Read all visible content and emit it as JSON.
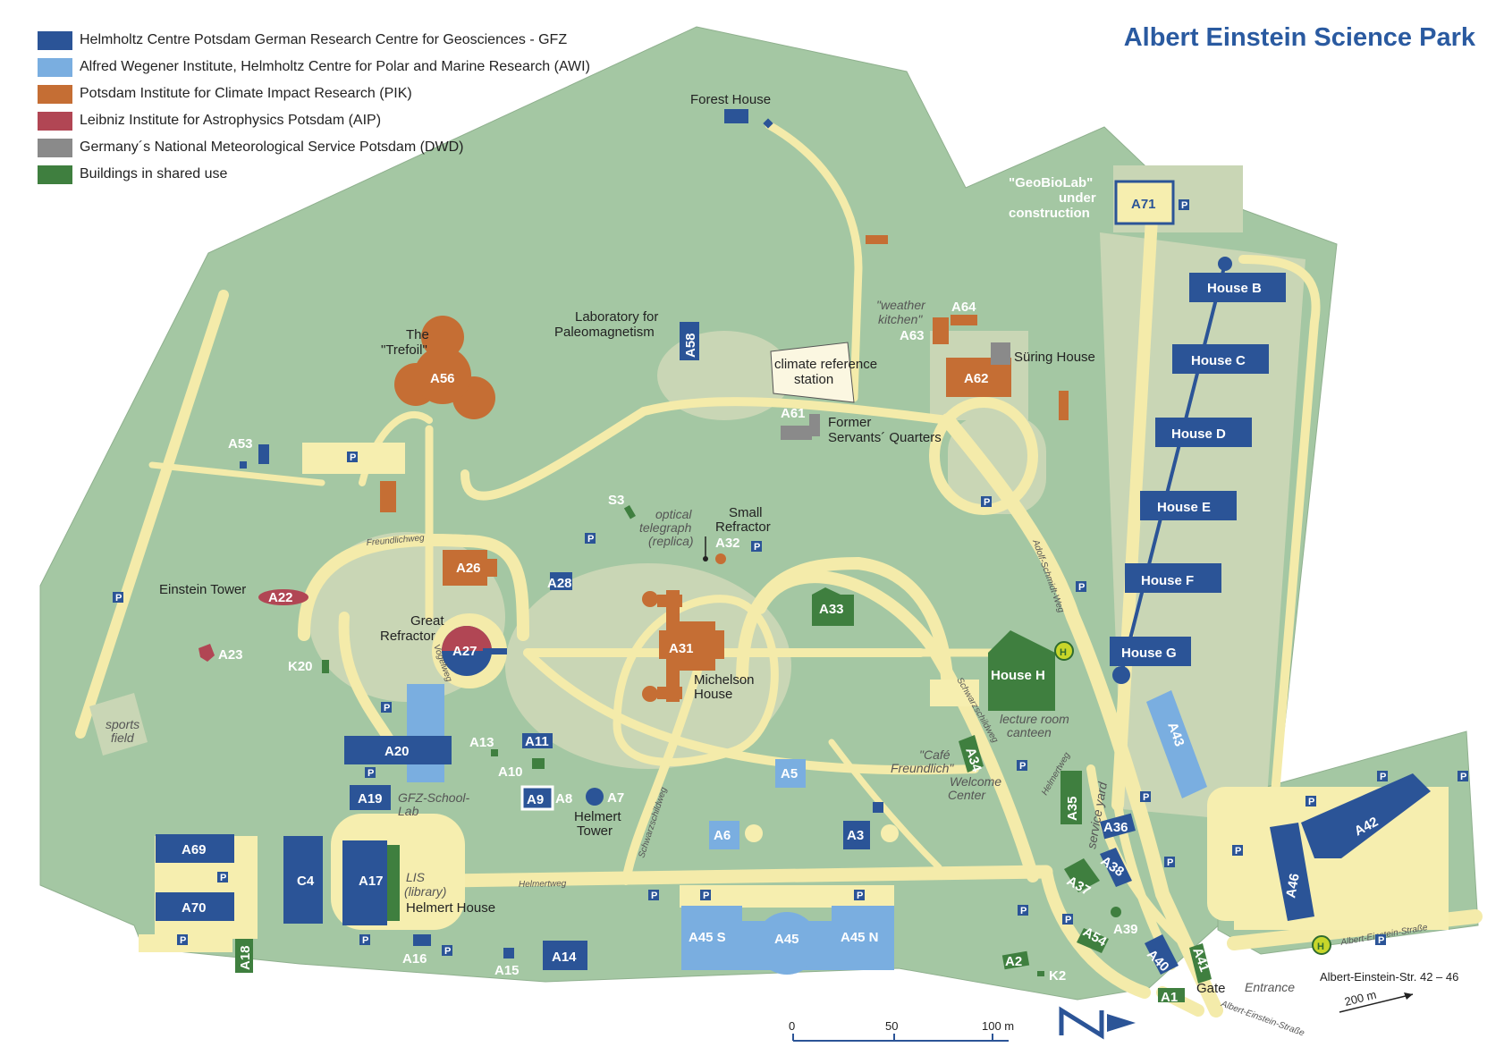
{
  "title": "Albert Einstein Science Park",
  "colors": {
    "gfz": "#2b5497",
    "awi": "#7aaee0",
    "pik": "#c56e34",
    "aip": "#b14654",
    "dwd": "#8a8a8a",
    "shared": "#3f7f3f",
    "grass": "#a4c7a3",
    "path": "#f6eeaf",
    "lawn": "#c9d6b5"
  },
  "legend": [
    {
      "key": "gfz",
      "label": "Helmholtz Centre Potsdam German Research Centre for Geosciences - GFZ"
    },
    {
      "key": "awi",
      "label": "Alfred Wegener Institute, Helmholtz Centre for Polar and Marine Research (AWI)"
    },
    {
      "key": "pik",
      "label": "Potsdam Institute for Climate Impact Research (PIK)"
    },
    {
      "key": "aip",
      "label": "Leibniz Institute for Astrophysics Potsdam (AIP)"
    },
    {
      "key": "dwd",
      "label": "Germany´s National Meteorological Service Potsdam (DWD)"
    },
    {
      "key": "shared",
      "label": "Buildings in shared use"
    }
  ],
  "buildings": {
    "a56": "A56",
    "a53": "A53",
    "a26": "A26",
    "a22": "A22",
    "a23": "A23",
    "a27": "A27",
    "k20": "K20",
    "a28": "A28",
    "a32": "A32",
    "a31": "A31",
    "a33": "A33",
    "a58": "A58",
    "a61": "A61",
    "a62": "A62",
    "a63": "A63",
    "a64": "A64",
    "a71": "A71",
    "house_b": "House B",
    "house_c": "House C",
    "house_d": "House D",
    "house_e": "House E",
    "house_f": "House F",
    "house_g": "House G",
    "house_h": "House H",
    "a43": "A43",
    "a42": "A42",
    "a46": "A46",
    "a20": "A20",
    "a13": "A13",
    "a11": "A11",
    "a10": "A10",
    "a19": "A19",
    "a9": "A9",
    "a8": "A8",
    "a7": "A7",
    "a5": "A5",
    "a6": "A6",
    "a3": "A3",
    "a34": "A34",
    "a35": "A35",
    "a36": "A36",
    "a37": "A37",
    "a38": "A38",
    "a39": "A39",
    "a54": "A54",
    "a40": "A40",
    "a41": "A41",
    "a69": "A69",
    "a70": "A70",
    "c4": "C4",
    "a17": "A17",
    "a18": "A18",
    "a16": "A16",
    "a15": "A15",
    "a14": "A14",
    "a45s": "A45 S",
    "a45": "A45",
    "a45n": "A45 N",
    "a2": "A2",
    "k2": "K2",
    "a1": "A1",
    "s3": "S3"
  },
  "labels": {
    "trefoil_1": "The",
    "trefoil_2": "\"Trefoil\"",
    "forest_house": "Forest House",
    "lab_paleo_1": "Laboratory for",
    "lab_paleo_2": "Paleomagnetism",
    "climate_ref_1": "climate reference",
    "climate_ref_2": "station",
    "weather_kitchen_1": "\"weather",
    "weather_kitchen_2": "kitchen\"",
    "suring_house": "Süring House",
    "former_servants_1": "Former",
    "former_servants_2": "Servants´ Quarters",
    "geobiolab_1": "\"GeoBioLab\"",
    "geobiolab_2": "under",
    "geobiolab_3": "construction",
    "optical_1": "optical",
    "optical_2": "telegraph",
    "optical_3": "(replica)",
    "small_refractor_1": "Small",
    "small_refractor_2": "Refractor",
    "einstein_tower": "Einstein Tower",
    "great_refractor_1": "Great",
    "great_refractor_2": "Refractor",
    "michelson_1": "Michelson",
    "michelson_2": "House",
    "lecture_1": "lecture room",
    "lecture_2": "canteen",
    "cafe_1": "\"Café",
    "cafe_2": "Freundlich\"",
    "welcome_1": "Welcome",
    "welcome_2": "Center",
    "service_yard": "service yard",
    "sports_1": "sports",
    "sports_2": "field",
    "gfz_school_1": "GFZ-School-",
    "gfz_school_2": "Lab",
    "helmert_tower_1": "Helmert",
    "helmert_tower_2": "Tower",
    "lis_1": "LIS",
    "lis_2": "(library)",
    "helmert_house": "Helmert House",
    "gate": "Gate",
    "entrance": "Entrance",
    "address": "Albert-Einstein-Str. 42 – 46",
    "street_1": "Albert-Einstein-Straße",
    "street_2": "Albert-Einstein-Straße",
    "freundlichweg": "Freundlichweg",
    "vogelweg": "Vogelweg",
    "schwarzschildweg_1": "Schwarzschildweg",
    "schwarzschildweg_2": "Schwarzschildweg",
    "helmertweg_1": "Helmertweg",
    "helmertweg_2": "Helmertweg",
    "adolf_schmidt_weg": "Adolf-Schmidt-Weg",
    "parking": "P",
    "bus_stop": "H"
  },
  "scale": {
    "tick_0": "0",
    "tick_50": "50",
    "tick_100": "100 m",
    "inset": "200 m"
  },
  "north_label": "N"
}
